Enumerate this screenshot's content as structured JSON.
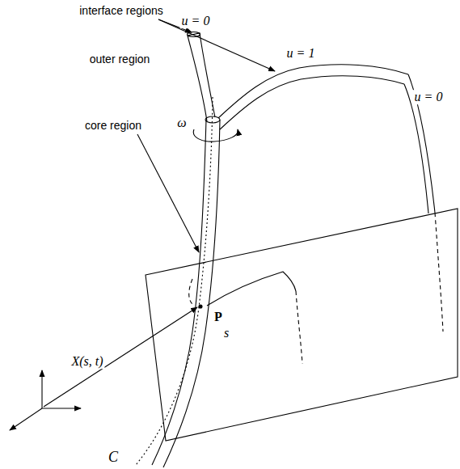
{
  "diagram": {
    "labels": [
      "interface regions",
      "u = 0",
      "u = 1",
      "outer region",
      "u = 0",
      "core region",
      "ω",
      "P",
      "s",
      "X(s, t)",
      "C"
    ]
  }
}
